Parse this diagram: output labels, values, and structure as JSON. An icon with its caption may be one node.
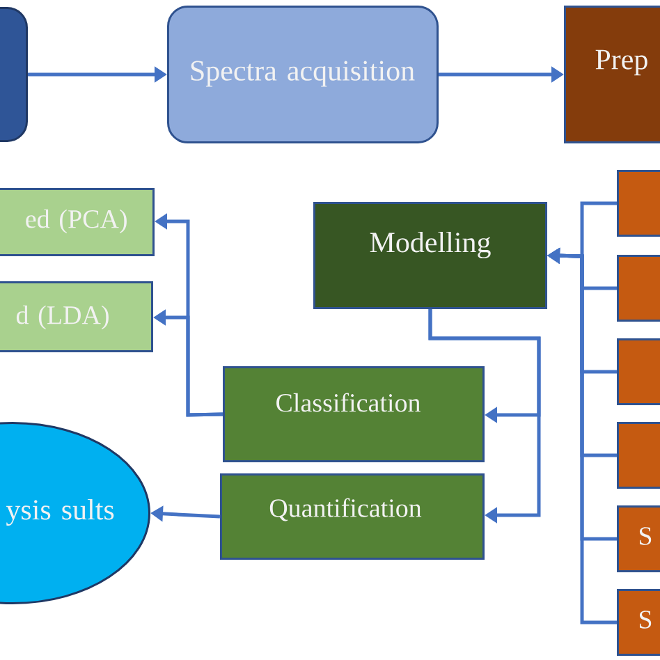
{
  "diagram": {
    "nodes": [
      {
        "text": [],
        "shape": "box"
      },
      {
        "text": [
          "Spectra acquisition"
        ]
      },
      {
        "text": [
          "Prep"
        ]
      },
      {
        "text": [
          "ed (PCA)"
        ]
      },
      {
        "text": [
          "Modelling"
        ]
      },
      {
        "text": [
          "d (LDA)"
        ]
      },
      {
        "text": [
          "Classification"
        ]
      },
      {
        "text": [
          "Quantification"
        ]
      },
      {
        "text": [
          "ysis sults"
        ]
      },
      {
        "text": [],
        "shape": "box"
      },
      {
        "text": [],
        "shape": "box"
      },
      {
        "text": [],
        "shape": "box"
      },
      {
        "text": [],
        "shape": "box"
      },
      {
        "text": [
          "S"
        ]
      },
      {
        "text": [
          "S"
        ]
      }
    ],
    "edges": [
      {
        "from": 0,
        "to": 1,
        "arrow": "to"
      },
      {
        "from": 1,
        "to": 2,
        "arrow": "to"
      },
      {
        "from": 9,
        "to": 4,
        "arrow": "to"
      },
      {
        "from": 10,
        "to": 4,
        "arrow": "to"
      },
      {
        "from": 11,
        "to": 4,
        "arrow": "to"
      },
      {
        "from": 12,
        "to": 4,
        "arrow": "to"
      },
      {
        "from": 13,
        "to": 4,
        "arrow": "to"
      },
      {
        "from": 14,
        "to": 4,
        "arrow": "to"
      },
      {
        "from": 4,
        "to": 6,
        "arrow": "to"
      },
      {
        "from": 4,
        "to": 7,
        "arrow": "to"
      },
      {
        "from": 6,
        "to": 3,
        "arrow": "to"
      },
      {
        "from": 6,
        "to": 5,
        "arrow": "to"
      },
      {
        "from": 7,
        "to": 8,
        "arrow": "to"
      }
    ]
  }
}
